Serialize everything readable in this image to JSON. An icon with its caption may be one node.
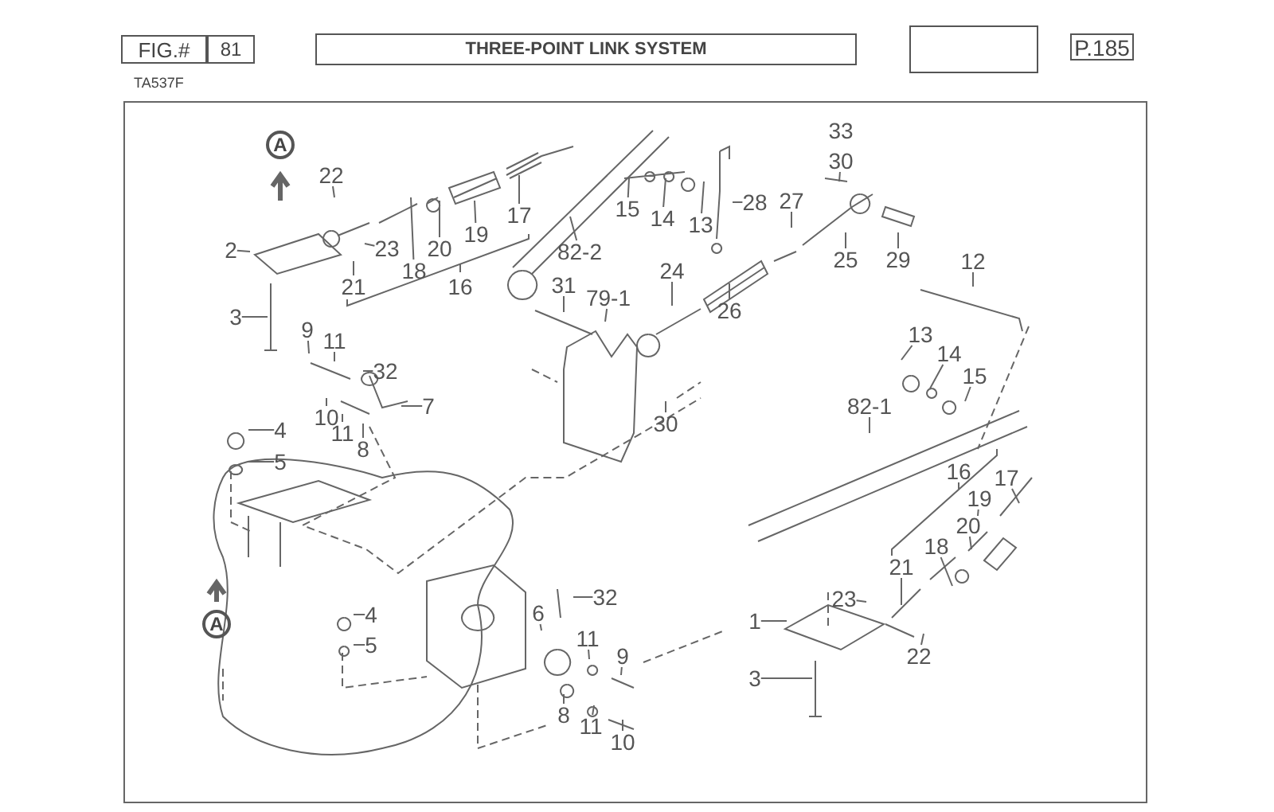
{
  "diagram": {
    "title": "THREE-POINT LINK SYSTEM",
    "nodes": [
      {
        "text": [
          "FIG.#"
        ]
      },
      {
        "text": [
          "81"
        ]
      },
      {
        "text": [],
        "shape": "box"
      },
      {
        "text": [
          "P.185"
        ]
      },
      {
        "text": [
          "22"
        ]
      },
      {
        "text": [
          "2"
        ]
      },
      {
        "text": [
          "3"
        ]
      },
      {
        "text": [
          "23"
        ]
      },
      {
        "text": [
          "18"
        ]
      },
      {
        "text": [
          "21"
        ]
      },
      {
        "text": [
          "20"
        ]
      },
      {
        "text": [
          "19"
        ]
      },
      {
        "text": [
          "17"
        ]
      },
      {
        "text": [
          "16"
        ]
      },
      {
        "text": [
          "82-2"
        ]
      },
      {
        "text": [
          "15"
        ]
      },
      {
        "text": [
          "14"
        ]
      },
      {
        "text": [
          "13"
        ]
      },
      {
        "text": [
          "28"
        ]
      },
      {
        "text": [
          "27"
        ]
      },
      {
        "text": [
          "33"
        ]
      },
      {
        "text": [
          "30"
        ]
      },
      {
        "text": [
          "25"
        ]
      },
      {
        "text": [
          "29"
        ]
      },
      {
        "text": [
          "24"
        ]
      },
      {
        "text": [
          "26"
        ]
      },
      {
        "text": [
          "31"
        ]
      },
      {
        "text": [
          "79-1"
        ]
      },
      {
        "text": [
          "12"
        ]
      },
      {
        "text": [
          "30"
        ]
      },
      {
        "text": [
          "13"
        ]
      },
      {
        "text": [
          "14"
        ]
      },
      {
        "text": [
          "15"
        ]
      },
      {
        "text": [
          "82-1"
        ]
      },
      {
        "text": [
          "9"
        ]
      },
      {
        "text": [
          "11"
        ]
      },
      {
        "text": [
          "32"
        ]
      },
      {
        "text": [
          "7"
        ]
      },
      {
        "text": [
          "10"
        ]
      },
      {
        "text": [
          "11"
        ]
      },
      {
        "text": [
          "8"
        ]
      },
      {
        "text": [
          "4"
        ]
      },
      {
        "text": [
          "5"
        ]
      },
      {
        "text": [
          "4"
        ]
      },
      {
        "text": [
          "5"
        ]
      },
      {
        "text": [
          "6"
        ]
      },
      {
        "text": [
          "32"
        ]
      },
      {
        "text": [
          "11"
        ]
      },
      {
        "text": [
          "9"
        ]
      },
      {
        "text": [
          "8"
        ]
      },
      {
        "text": [
          "11"
        ]
      },
      {
        "text": [
          "10"
        ]
      },
      {
        "text": [
          "16"
        ]
      },
      {
        "text": [
          "17"
        ]
      },
      {
        "text": [
          "19"
        ]
      },
      {
        "text": [
          "20"
        ]
      },
      {
        "text": [
          "18"
        ]
      },
      {
        "text": [
          "21"
        ]
      },
      {
        "text": [
          "23"
        ]
      },
      {
        "text": [
          "1"
        ]
      },
      {
        "text": [
          "22"
        ]
      },
      {
        "text": [
          "3"
        ]
      }
    ],
    "edges": [
      {
        "from": 4,
        "to": null,
        "arrow": "none"
      },
      {
        "from": 5,
        "to": null,
        "arrow": "none"
      },
      {
        "from": 6,
        "to": null,
        "arrow": "none"
      },
      {
        "from": 7,
        "to": null,
        "arrow": "none"
      },
      {
        "from": 8,
        "to": null,
        "arrow": "none"
      },
      {
        "from": 9,
        "to": null,
        "arrow": "none"
      },
      {
        "from": 10,
        "to": null,
        "arrow": "none"
      },
      {
        "from": 11,
        "to": null,
        "arrow": "none"
      },
      {
        "from": 12,
        "to": null,
        "arrow": "none"
      },
      {
        "from": 14,
        "to": null,
        "arrow": "none"
      },
      {
        "from": 15,
        "to": null,
        "arrow": "none"
      },
      {
        "from": 16,
        "to": null,
        "arrow": "none"
      },
      {
        "from": 17,
        "to": null,
        "arrow": "none"
      },
      {
        "from": 18,
        "to": null,
        "arrow": "none"
      },
      {
        "from": 19,
        "to": null,
        "arrow": "none"
      },
      {
        "from": 21,
        "to": null,
        "arrow": "none"
      },
      {
        "from": 22,
        "to": null,
        "arrow": "none"
      },
      {
        "from": 23,
        "to": null,
        "arrow": "none"
      },
      {
        "from": 24,
        "to": null,
        "arrow": "none"
      },
      {
        "from": 25,
        "to": null,
        "arrow": "none"
      },
      {
        "from": 26,
        "to": null,
        "arrow": "none"
      },
      {
        "from": 27,
        "to": null,
        "arrow": "none"
      },
      {
        "from": 28,
        "to": null,
        "arrow": "none"
      },
      {
        "from": 29,
        "to": null,
        "arrow": "none"
      },
      {
        "from": 30,
        "to": null,
        "arrow": "none"
      },
      {
        "from": 31,
        "to": null,
        "arrow": "none"
      },
      {
        "from": 32,
        "to": null,
        "arrow": "none"
      },
      {
        "from": 33,
        "to": null,
        "arrow": "none"
      },
      {
        "from": 34,
        "to": null,
        "arrow": "none"
      },
      {
        "from": 35,
        "to": null,
        "arrow": "none"
      },
      {
        "from": 36,
        "to": null,
        "arrow": "none"
      },
      {
        "from": 37,
        "to": null,
        "arrow": "none"
      },
      {
        "from": 38,
        "to": null,
        "arrow": "none"
      },
      {
        "from": 39,
        "to": null,
        "arrow": "none"
      },
      {
        "from": 40,
        "to": null,
        "arrow": "none"
      },
      {
        "from": 41,
        "to": null,
        "arrow": "none"
      },
      {
        "from": 42,
        "to": null,
        "arrow": "none"
      },
      {
        "from": 43,
        "to": null,
        "arrow": "none"
      },
      {
        "from": 44,
        "to": null,
        "arrow": "none"
      },
      {
        "from": 45,
        "to": null,
        "arrow": "none"
      },
      {
        "from": 46,
        "to": null,
        "arrow": "none"
      },
      {
        "from": 47,
        "to": null,
        "arrow": "none"
      },
      {
        "from": 48,
        "to": null,
        "arrow": "none"
      },
      {
        "from": 49,
        "to": null,
        "arrow": "none"
      },
      {
        "from": 50,
        "to": null,
        "arrow": "none"
      },
      {
        "from": 51,
        "to": null,
        "arrow": "none"
      },
      {
        "from": 53,
        "to": null,
        "arrow": "none"
      },
      {
        "from": 54,
        "to": null,
        "arrow": "none"
      },
      {
        "from": 55,
        "to": null,
        "arrow": "none"
      },
      {
        "from": 56,
        "to": null,
        "arrow": "none"
      },
      {
        "from": 57,
        "to": null,
        "arrow": "none"
      },
      {
        "from": 58,
        "to": null,
        "arrow": "none"
      },
      {
        "from": 59,
        "to": null,
        "arrow": "none"
      },
      {
        "from": 60,
        "to": null,
        "arrow": "none"
      },
      {
        "from": 61,
        "to": null,
        "arrow": "none"
      }
    ],
    "labels": [
      "TA537F",
      "A",
      "A"
    ]
  }
}
